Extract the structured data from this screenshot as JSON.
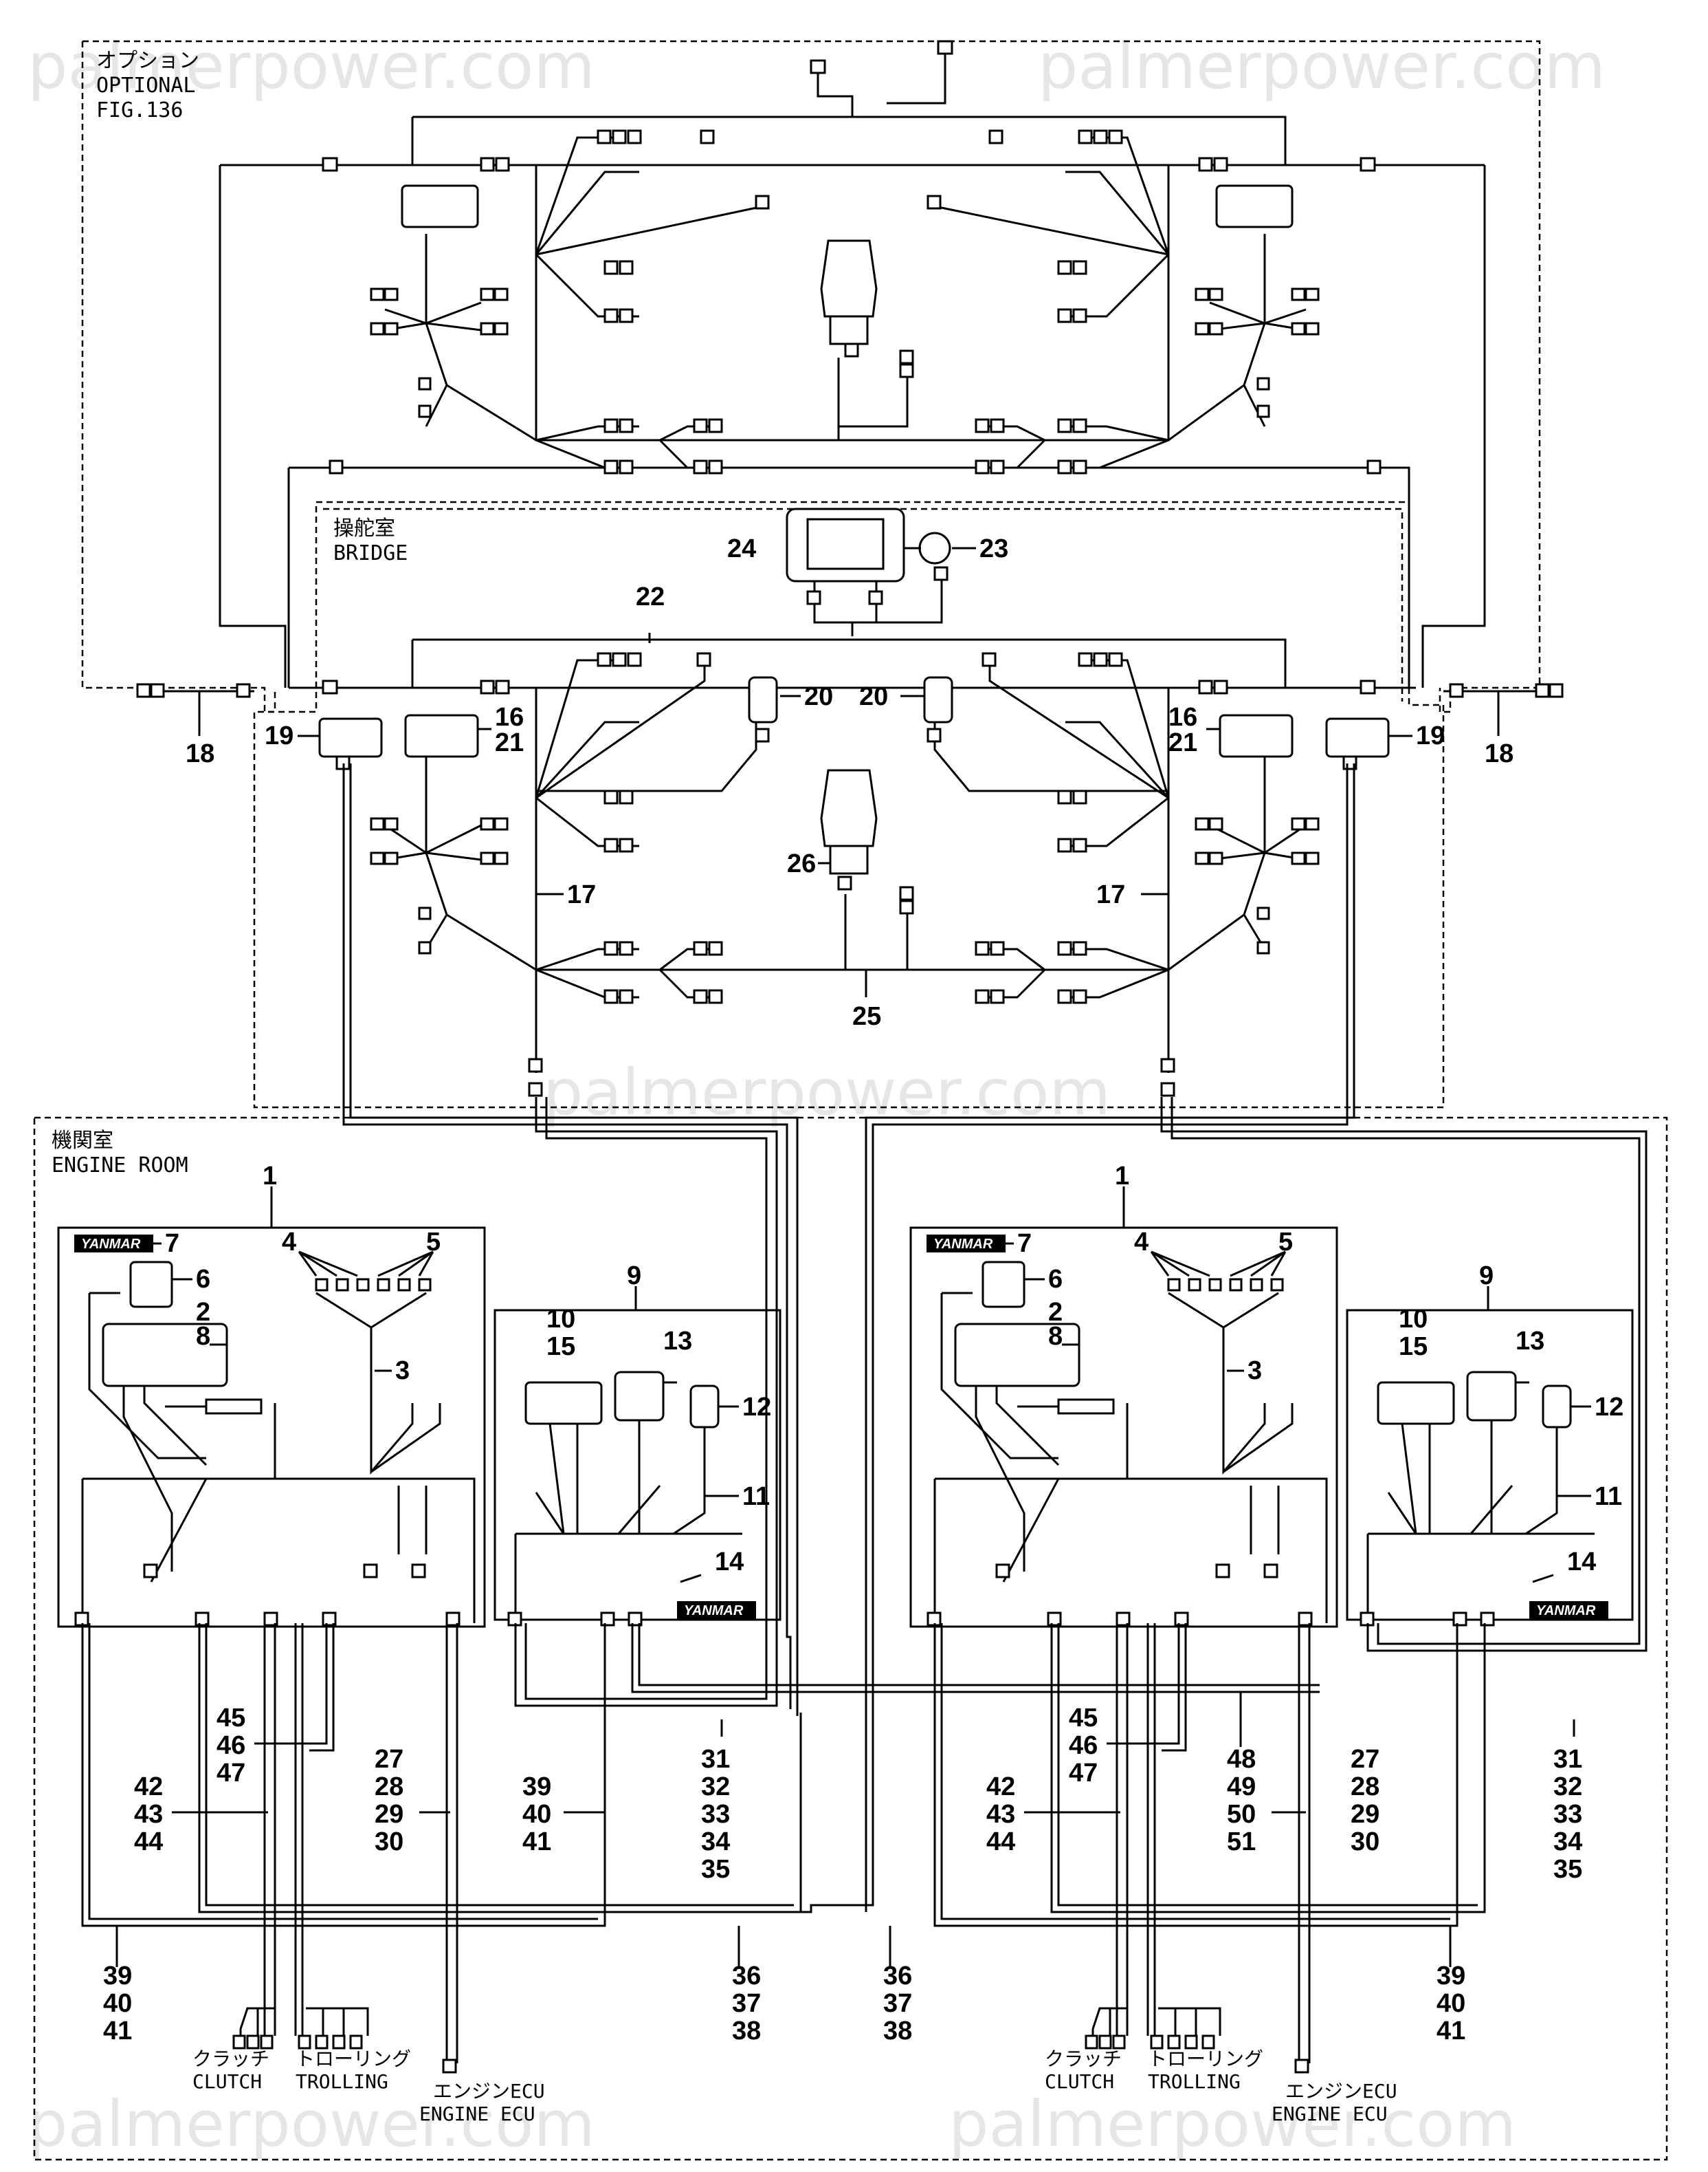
{
  "watermark": "palmerpower.com",
  "sections": {
    "optional": {
      "jp": "オプション",
      "en": "OPTIONAL",
      "fig": "FIG.136"
    },
    "bridge": {
      "jp": "操舵室",
      "en": "BRIDGE"
    },
    "engine_room": {
      "jp": "機関室",
      "en": "ENGINE ROOM"
    }
  },
  "brand": "YANMAR",
  "endpoint_labels": {
    "clutch_jp": "クラッチ",
    "clutch_en": "CLUTCH",
    "trolling_jp": "トローリング",
    "trolling_en": "TROLLING",
    "ecu_jp": "エンジンECU",
    "ecu_en": "ENGINE ECU"
  },
  "callouts": {
    "n1": "1",
    "n2": "2",
    "n3": "3",
    "n4": "4",
    "n5": "5",
    "n6": "6",
    "n7": "7",
    "n8": "8",
    "n9": "9",
    "n10": "10",
    "n11": "11",
    "n12": "12",
    "n13": "13",
    "n14": "14",
    "n15": "15",
    "n16": "16",
    "n17": "17",
    "n18": "18",
    "n19": "19",
    "n20": "20",
    "n21": "21",
    "n22": "22",
    "n23": "23",
    "n24": "24",
    "n25": "25",
    "n26": "26",
    "g27": [
      "27",
      "28",
      "29",
      "30"
    ],
    "g31": [
      "31",
      "32",
      "33",
      "34",
      "35"
    ],
    "g36": [
      "36",
      "37",
      "38"
    ],
    "g39": [
      "39",
      "40",
      "41"
    ],
    "g42": [
      "42",
      "43",
      "44"
    ],
    "g45": [
      "45",
      "46",
      "47"
    ],
    "g48": [
      "48",
      "49",
      "50",
      "51"
    ]
  }
}
